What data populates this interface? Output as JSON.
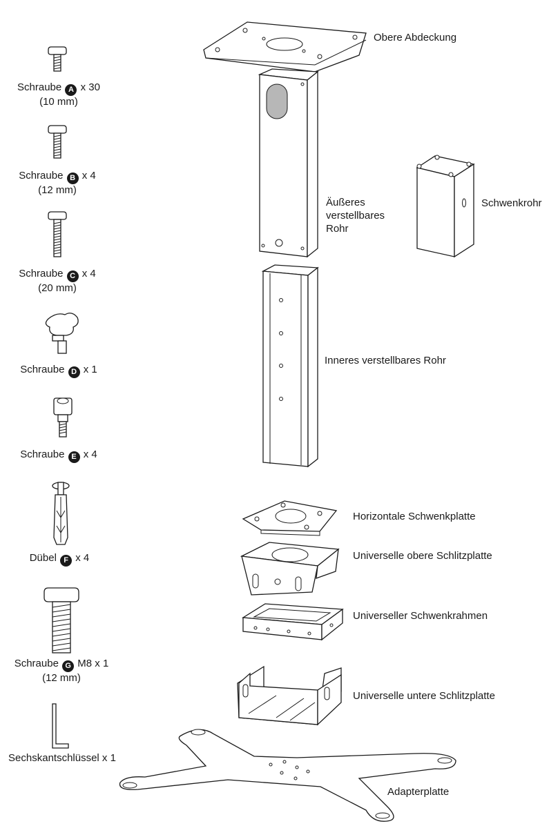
{
  "parts": {
    "screw_a": {
      "name": "Schraube",
      "badge": "A",
      "qty": "x 30",
      "size": "(10 mm)"
    },
    "screw_b": {
      "name": "Schraube",
      "badge": "B",
      "qty": "x 4",
      "size": "(12 mm)"
    },
    "screw_c": {
      "name": "Schraube",
      "badge": "C",
      "qty": "x 4",
      "size": "(20 mm)"
    },
    "screw_d": {
      "name": "Schraube",
      "badge": "D",
      "qty": "x 1"
    },
    "screw_e": {
      "name": "Schraube",
      "badge": "E",
      "qty": "x 4"
    },
    "anchor_f": {
      "name": "Dübel",
      "badge": "F",
      "qty": "x 4"
    },
    "screw_g": {
      "name": "Schraube",
      "badge": "G",
      "qty": "M8 x 1",
      "size": "(12 mm)"
    },
    "hex_key": {
      "label": "Sechskantschlüssel x 1"
    }
  },
  "components": {
    "top_cover": "Obere Abdeckung",
    "outer_tube": [
      "Äußeres",
      "verstellbares",
      "Rohr"
    ],
    "swivel_tube": "Schwenkrohr",
    "inner_tube": "Inneres verstellbares Rohr",
    "horizontal_plate": "Horizontale Schwenkplatte",
    "upper_slot_plate": "Universelle obere Schlitzplatte",
    "swivel_frame": "Universeller Schwenkrahmen",
    "lower_slot_plate": "Universelle untere Schlitzplatte",
    "adapter_plate": "Adapterplatte"
  }
}
